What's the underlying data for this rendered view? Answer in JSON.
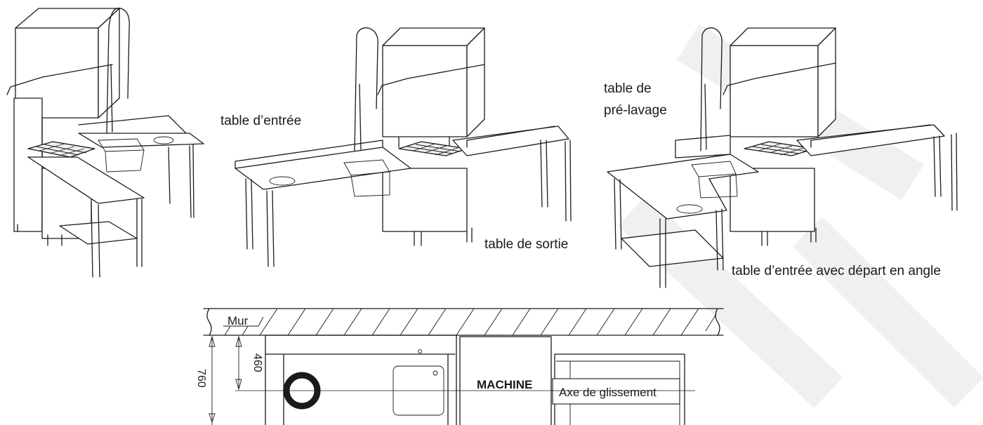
{
  "labels": {
    "entry_table": "table d’entrée",
    "prewash_table_line1": "table de",
    "prewash_table_line2": "pré-lavage",
    "exit_table": "table de sortie",
    "angle_entry_table": "table d’entrée avec départ en angle",
    "wall": "Mur",
    "machine": "MACHINE",
    "slide_axis": "Axe de glissement",
    "dim_460": "460",
    "dim_760": "760"
  },
  "colors": {
    "line": "#1a1a1a",
    "watermark": "#f3f3f3"
  }
}
